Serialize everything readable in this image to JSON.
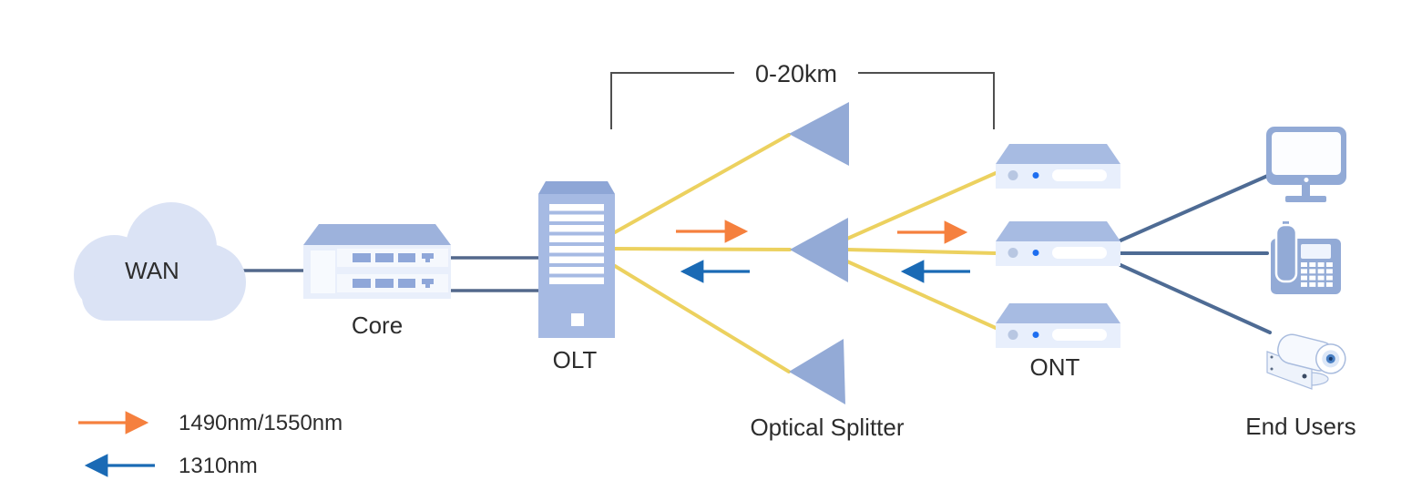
{
  "nodes": {
    "wan": {
      "label": "WAN"
    },
    "core": {
      "label": "Core"
    },
    "olt": {
      "label": "OLT"
    },
    "splitter": {
      "label": "Optical Splitter"
    },
    "ont": {
      "label": "ONT"
    },
    "end_users": {
      "label": "End Users"
    }
  },
  "distance": {
    "label": "0-20km"
  },
  "legend": {
    "downstream": {
      "label": "1490nm/1550nm",
      "color": "#f5803e",
      "direction": "right"
    },
    "upstream": {
      "label": "1310nm",
      "color": "#1a6ab5",
      "direction": "left"
    }
  },
  "icons": {
    "wan": "cloud-icon",
    "core": "core-switch-icon",
    "olt": "olt-chassis-icon",
    "splitter": "optical-splitter-triangle-icon",
    "ont": "ont-box-icon",
    "end_user_devices": [
      "monitor-icon",
      "ip-phone-icon",
      "cctv-camera-icon"
    ]
  },
  "colors": {
    "fiber_yellow": "#ecd15f",
    "downstream_orange": "#f5803e",
    "upstream_blue": "#1a6ab5",
    "ethernet_slate": "#4e6b94",
    "device_blue": "#93aad6",
    "device_light": "#e9effb",
    "cloud_fill": "#dbe3f5",
    "bracket_gray": "#4f4f4f",
    "text": "#2d2d2d",
    "background": "#ffffff"
  }
}
